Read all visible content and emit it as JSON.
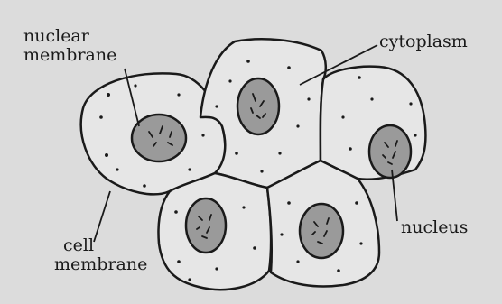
{
  "labels": {
    "nuclear_membrane": [
      "nuclear",
      "membrane"
    ],
    "cytoplasm": "cytoplasm",
    "nucleus": "nucleus",
    "cell_membrane": [
      "cell",
      "membrane"
    ]
  },
  "colors": {
    "background": "#dcdcdc",
    "cell_fill": "#e6e6e6",
    "nucleus_fill": "#9a9a9a",
    "outline": "#1a1a1a"
  }
}
